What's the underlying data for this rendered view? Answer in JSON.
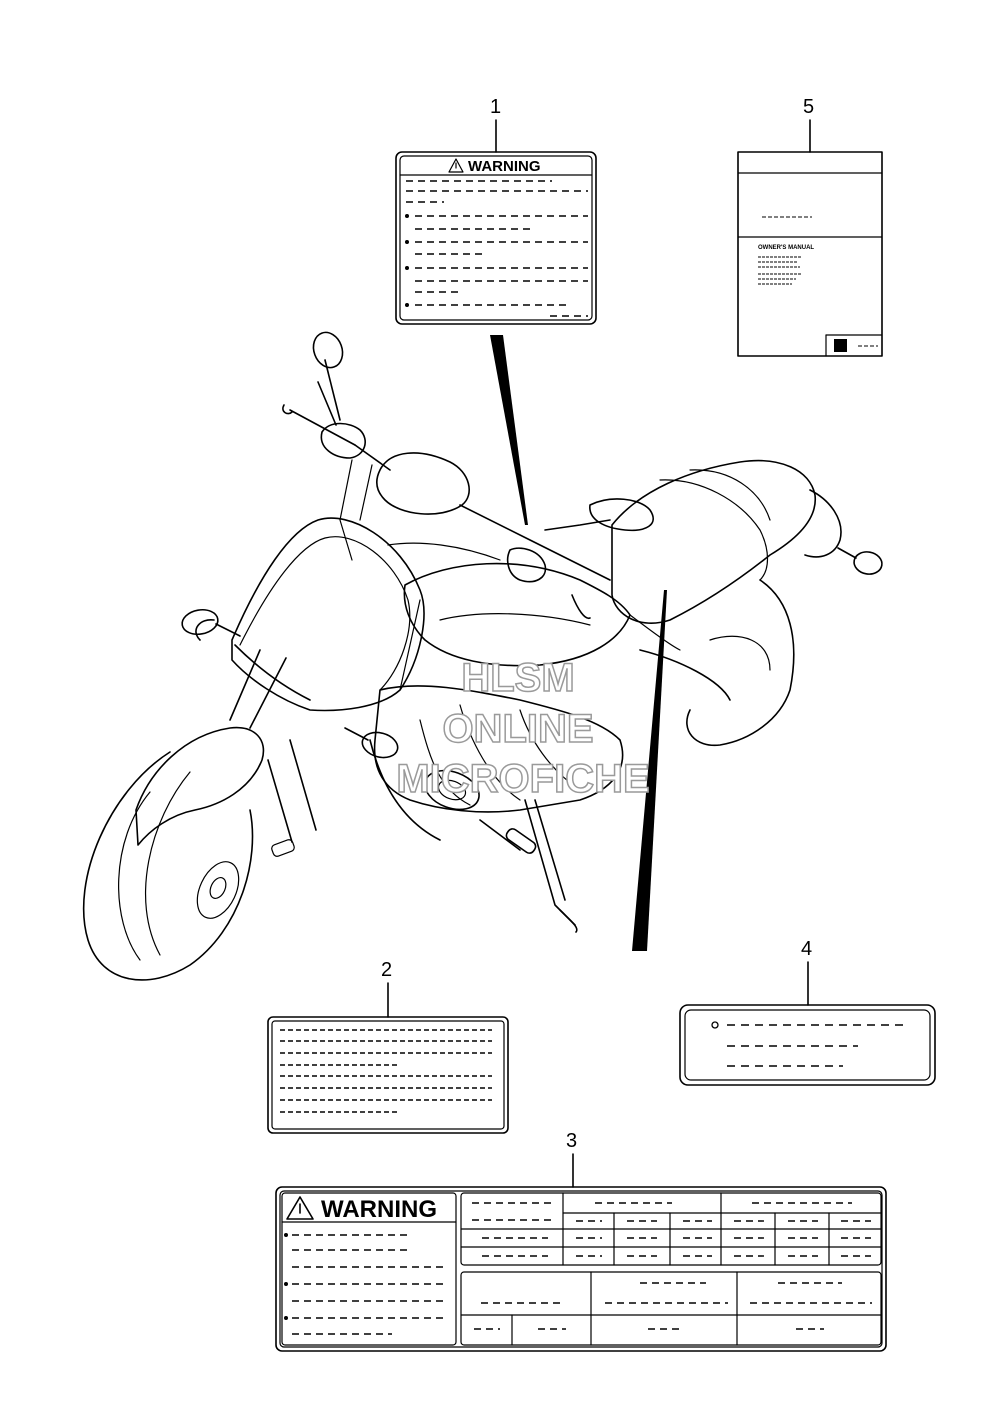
{
  "callouts": [
    "1",
    "2",
    "3",
    "4",
    "5"
  ],
  "labels": {
    "warning_label_1": "WARNING",
    "warning_label_3": "WARNING",
    "manual_title": "OWNER'S MANUAL"
  },
  "watermark": {
    "line1": "HLSM",
    "line2": "ONLINE",
    "line3": "MICROFICHE"
  }
}
